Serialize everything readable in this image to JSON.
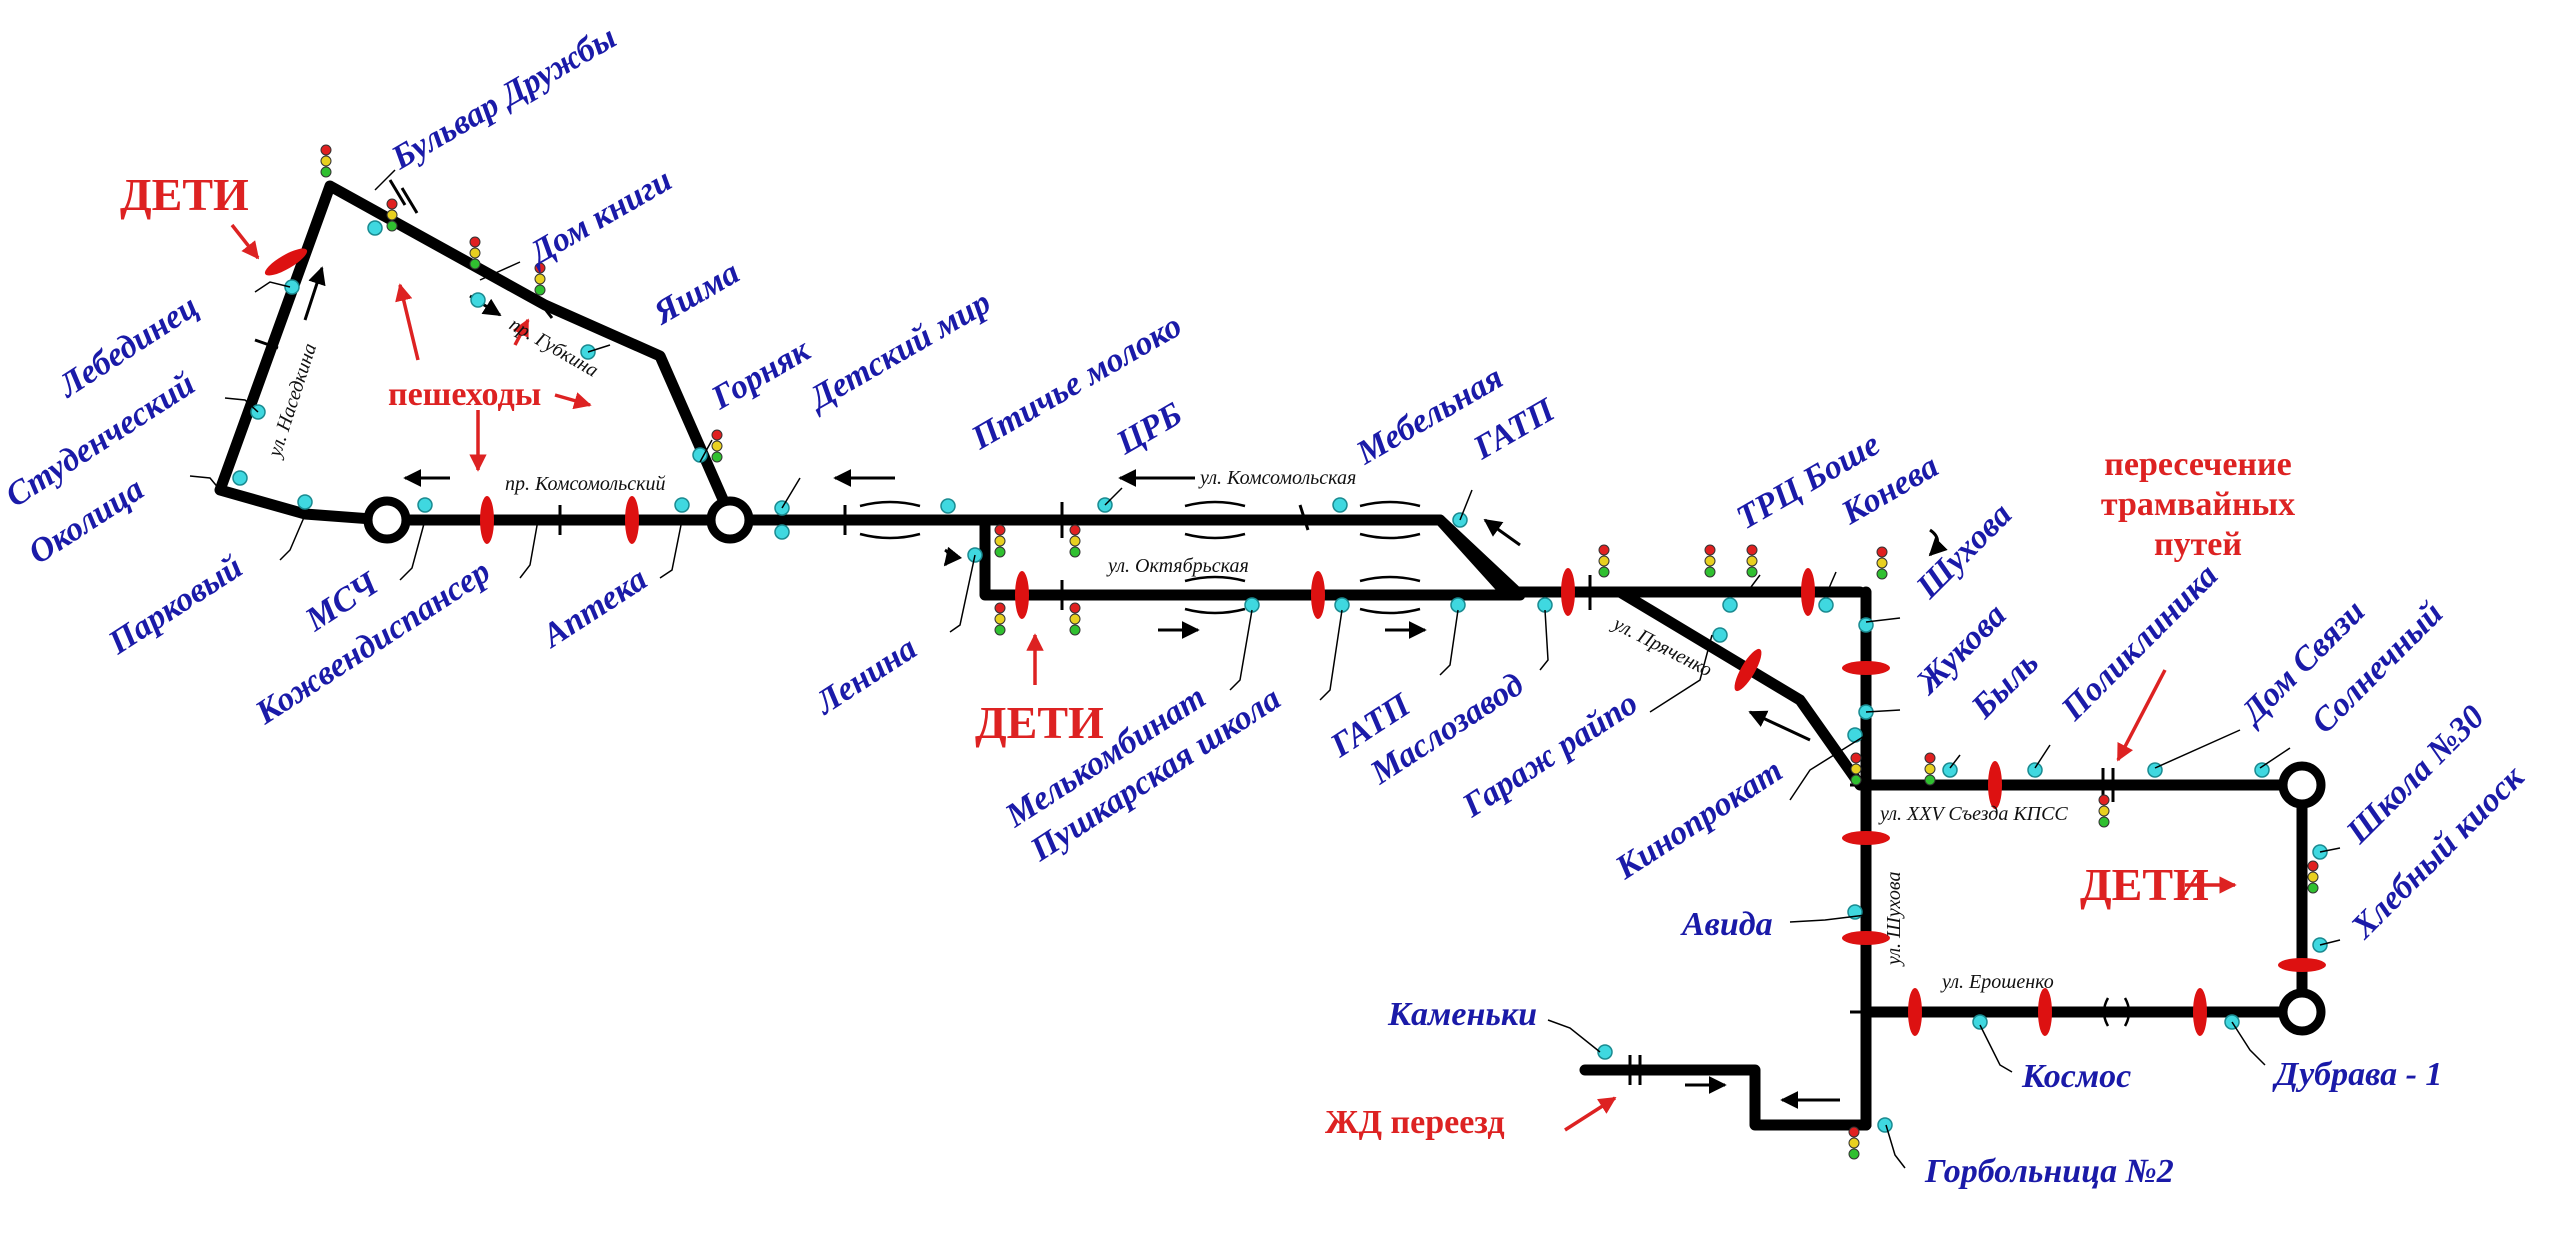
{
  "colors": {
    "route": "#000000",
    "stop_label": "#1a1aa8",
    "warning": "#dd2222",
    "stop_dot": "#3fd8e0",
    "marker": "#dd1111"
  },
  "stops": [
    {
      "name": "Бульвар Дружбы"
    },
    {
      "name": "Дом книги"
    },
    {
      "name": "Яшма"
    },
    {
      "name": "Горняк"
    },
    {
      "name": "Детский мир"
    },
    {
      "name": "Птичье молоко"
    },
    {
      "name": "ЦРБ"
    },
    {
      "name": "Мебельная"
    },
    {
      "name": "ГАТП"
    },
    {
      "name": "ТРЦ Боше"
    },
    {
      "name": "Конева"
    },
    {
      "name": "Шухова"
    },
    {
      "name": "Жукова"
    },
    {
      "name": "Быль"
    },
    {
      "name": "Поликлиника"
    },
    {
      "name": "Дом Связи"
    },
    {
      "name": "Солнечный"
    },
    {
      "name": "Школа №30"
    },
    {
      "name": "Хлебный киоск"
    },
    {
      "name": "Дубрава - 1"
    },
    {
      "name": "Космос"
    },
    {
      "name": "Горбольница №2"
    },
    {
      "name": "Каменьки"
    },
    {
      "name": "Авида"
    },
    {
      "name": "Кинопрокат"
    },
    {
      "name": "Гараж райпо"
    },
    {
      "name": "Маслозавод"
    },
    {
      "name": "ГАТП"
    },
    {
      "name": "Пушкарская школа"
    },
    {
      "name": "Мелькомбинат"
    },
    {
      "name": "Ленина"
    },
    {
      "name": "Аптека"
    },
    {
      "name": "Кожвендиспансер"
    },
    {
      "name": "МСЧ"
    },
    {
      "name": "Парковый"
    },
    {
      "name": "Околица"
    },
    {
      "name": "Студенческий"
    },
    {
      "name": "Лебединец"
    }
  ],
  "streets": [
    {
      "name": "ул. Наседкина"
    },
    {
      "name": "пр. Губкина"
    },
    {
      "name": "пр. Комсомольский"
    },
    {
      "name": "ул. Комсомольская"
    },
    {
      "name": "ул. Октябрьская"
    },
    {
      "name": "ул. Пряченко"
    },
    {
      "name": "ул. XXV Съезда КПСС"
    },
    {
      "name": "ул. Шухова"
    },
    {
      "name": "ул. Ерошенко"
    }
  ],
  "warnings": {
    "children_1": "ДЕТИ",
    "children_2": "ДЕТИ",
    "children_3": "ДЕТИ",
    "pedestrians": "пешеходы",
    "tram_line1": "пересечение",
    "tram_line2": "трамвайных",
    "tram_line3": "путей",
    "railway": "ЖД переезд"
  }
}
